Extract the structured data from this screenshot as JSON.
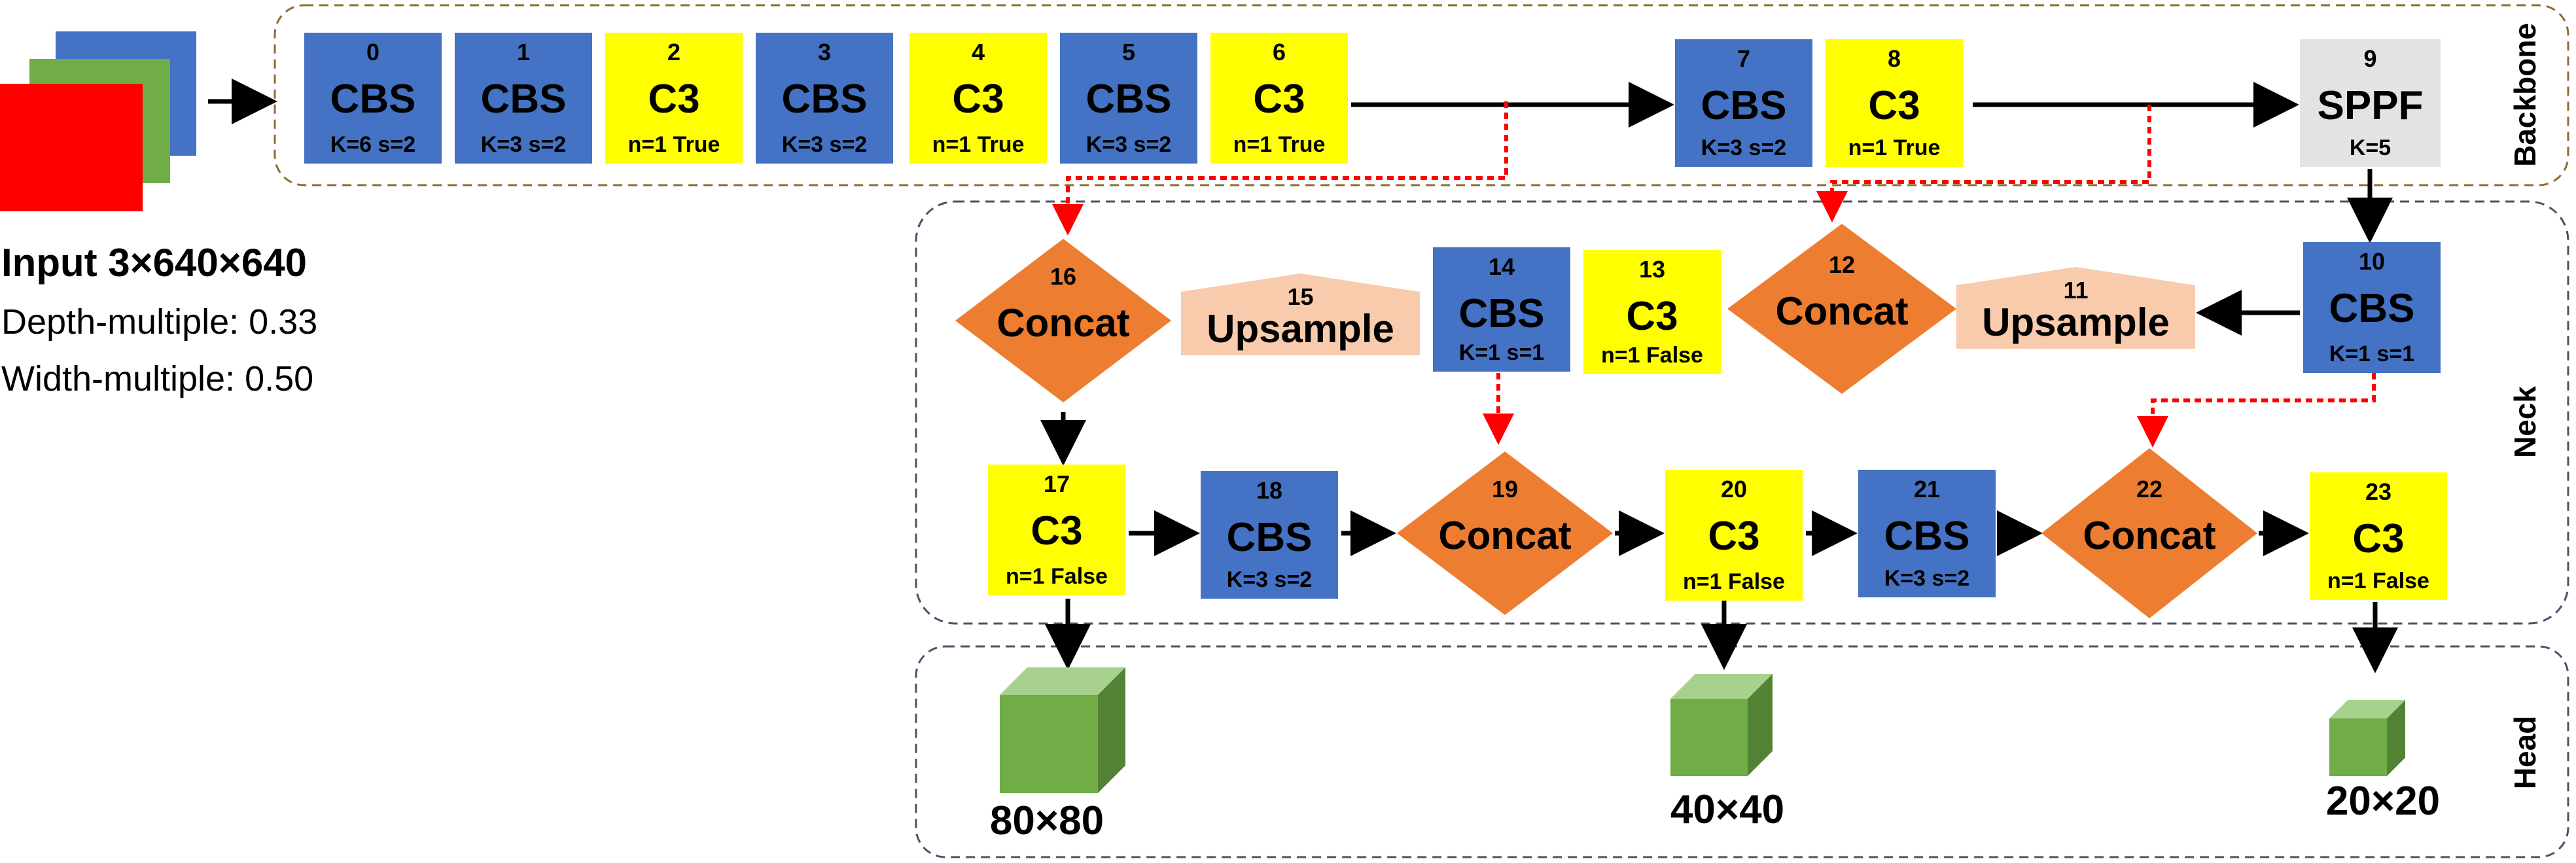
{
  "input": {
    "title": "Input 3×640×640",
    "depth": "Depth-multiple: 0.33",
    "width": "Width-multiple: 0.50"
  },
  "sections": {
    "backbone": "Backbone",
    "neck": "Neck",
    "head": "Head"
  },
  "colors": {
    "cbs": "#4472c4",
    "c3": "#ffff00",
    "sppf": "#e3e3e3",
    "concat": "#ed7d31",
    "upsample": "#f8cbad",
    "cube_front": "#70ad47",
    "cube_top": "#a9d18e",
    "cube_side": "#548235",
    "route": "#ff0000",
    "section_backbone": "#8b6d2e",
    "section_neck_head": "#44546a"
  },
  "nodes": [
    {
      "id": "0",
      "type": "CBS",
      "param": "K=6 s=2"
    },
    {
      "id": "1",
      "type": "CBS",
      "param": "K=3 s=2"
    },
    {
      "id": "2",
      "type": "C3",
      "param": "n=1 True"
    },
    {
      "id": "3",
      "type": "CBS",
      "param": "K=3 s=2"
    },
    {
      "id": "4",
      "type": "C3",
      "param": "n=1 True"
    },
    {
      "id": "5",
      "type": "CBS",
      "param": "K=3 s=2"
    },
    {
      "id": "6",
      "type": "C3",
      "param": "n=1 True"
    },
    {
      "id": "7",
      "type": "CBS",
      "param": "K=3 s=2"
    },
    {
      "id": "8",
      "type": "C3",
      "param": "n=1 True"
    },
    {
      "id": "9",
      "type": "SPPF",
      "param": "K=5"
    },
    {
      "id": "10",
      "type": "CBS",
      "param": "K=1 s=1"
    },
    {
      "id": "11",
      "type": "Upsample",
      "param": ""
    },
    {
      "id": "12",
      "type": "Concat",
      "param": ""
    },
    {
      "id": "13",
      "type": "C3",
      "param": "n=1 False"
    },
    {
      "id": "14",
      "type": "CBS",
      "param": "K=1 s=1"
    },
    {
      "id": "15",
      "type": "Upsample",
      "param": ""
    },
    {
      "id": "16",
      "type": "Concat",
      "param": ""
    },
    {
      "id": "17",
      "type": "C3",
      "param": "n=1 False"
    },
    {
      "id": "18",
      "type": "CBS",
      "param": "K=3 s=2"
    },
    {
      "id": "19",
      "type": "Concat",
      "param": ""
    },
    {
      "id": "20",
      "type": "C3",
      "param": "n=1 False"
    },
    {
      "id": "21",
      "type": "CBS",
      "param": "K=3 s=2"
    },
    {
      "id": "22",
      "type": "Concat",
      "param": ""
    },
    {
      "id": "23",
      "type": "C3",
      "param": "n=1 False"
    }
  ],
  "outputs": [
    {
      "label": "80×80"
    },
    {
      "label": "40×40"
    },
    {
      "label": "20×20"
    }
  ]
}
